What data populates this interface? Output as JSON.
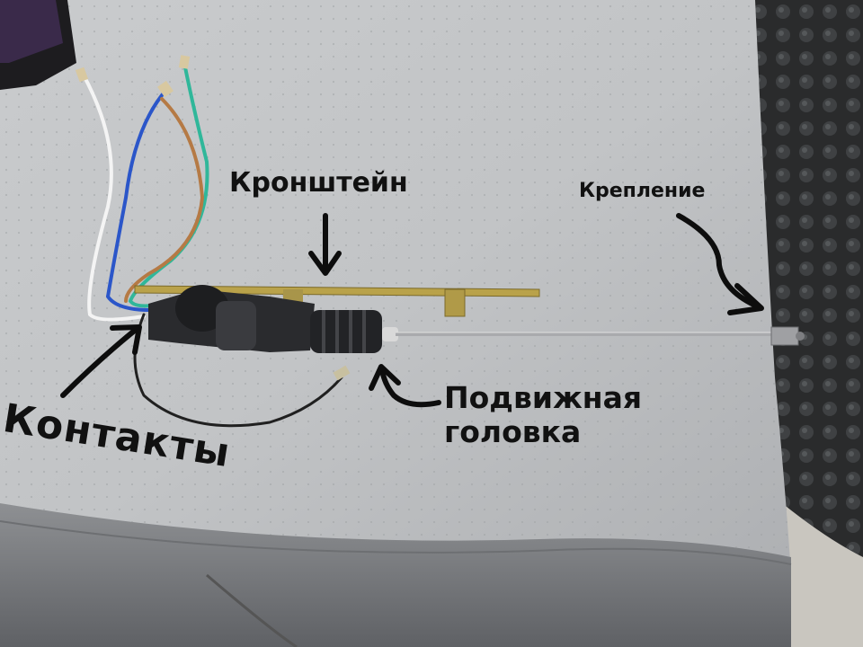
{
  "annotations": {
    "bracket": "Кронштейн",
    "mount": "Крепление",
    "moving_head_line1": "Подвижная",
    "moving_head_line2": "головка",
    "contacts": "Контакты"
  }
}
